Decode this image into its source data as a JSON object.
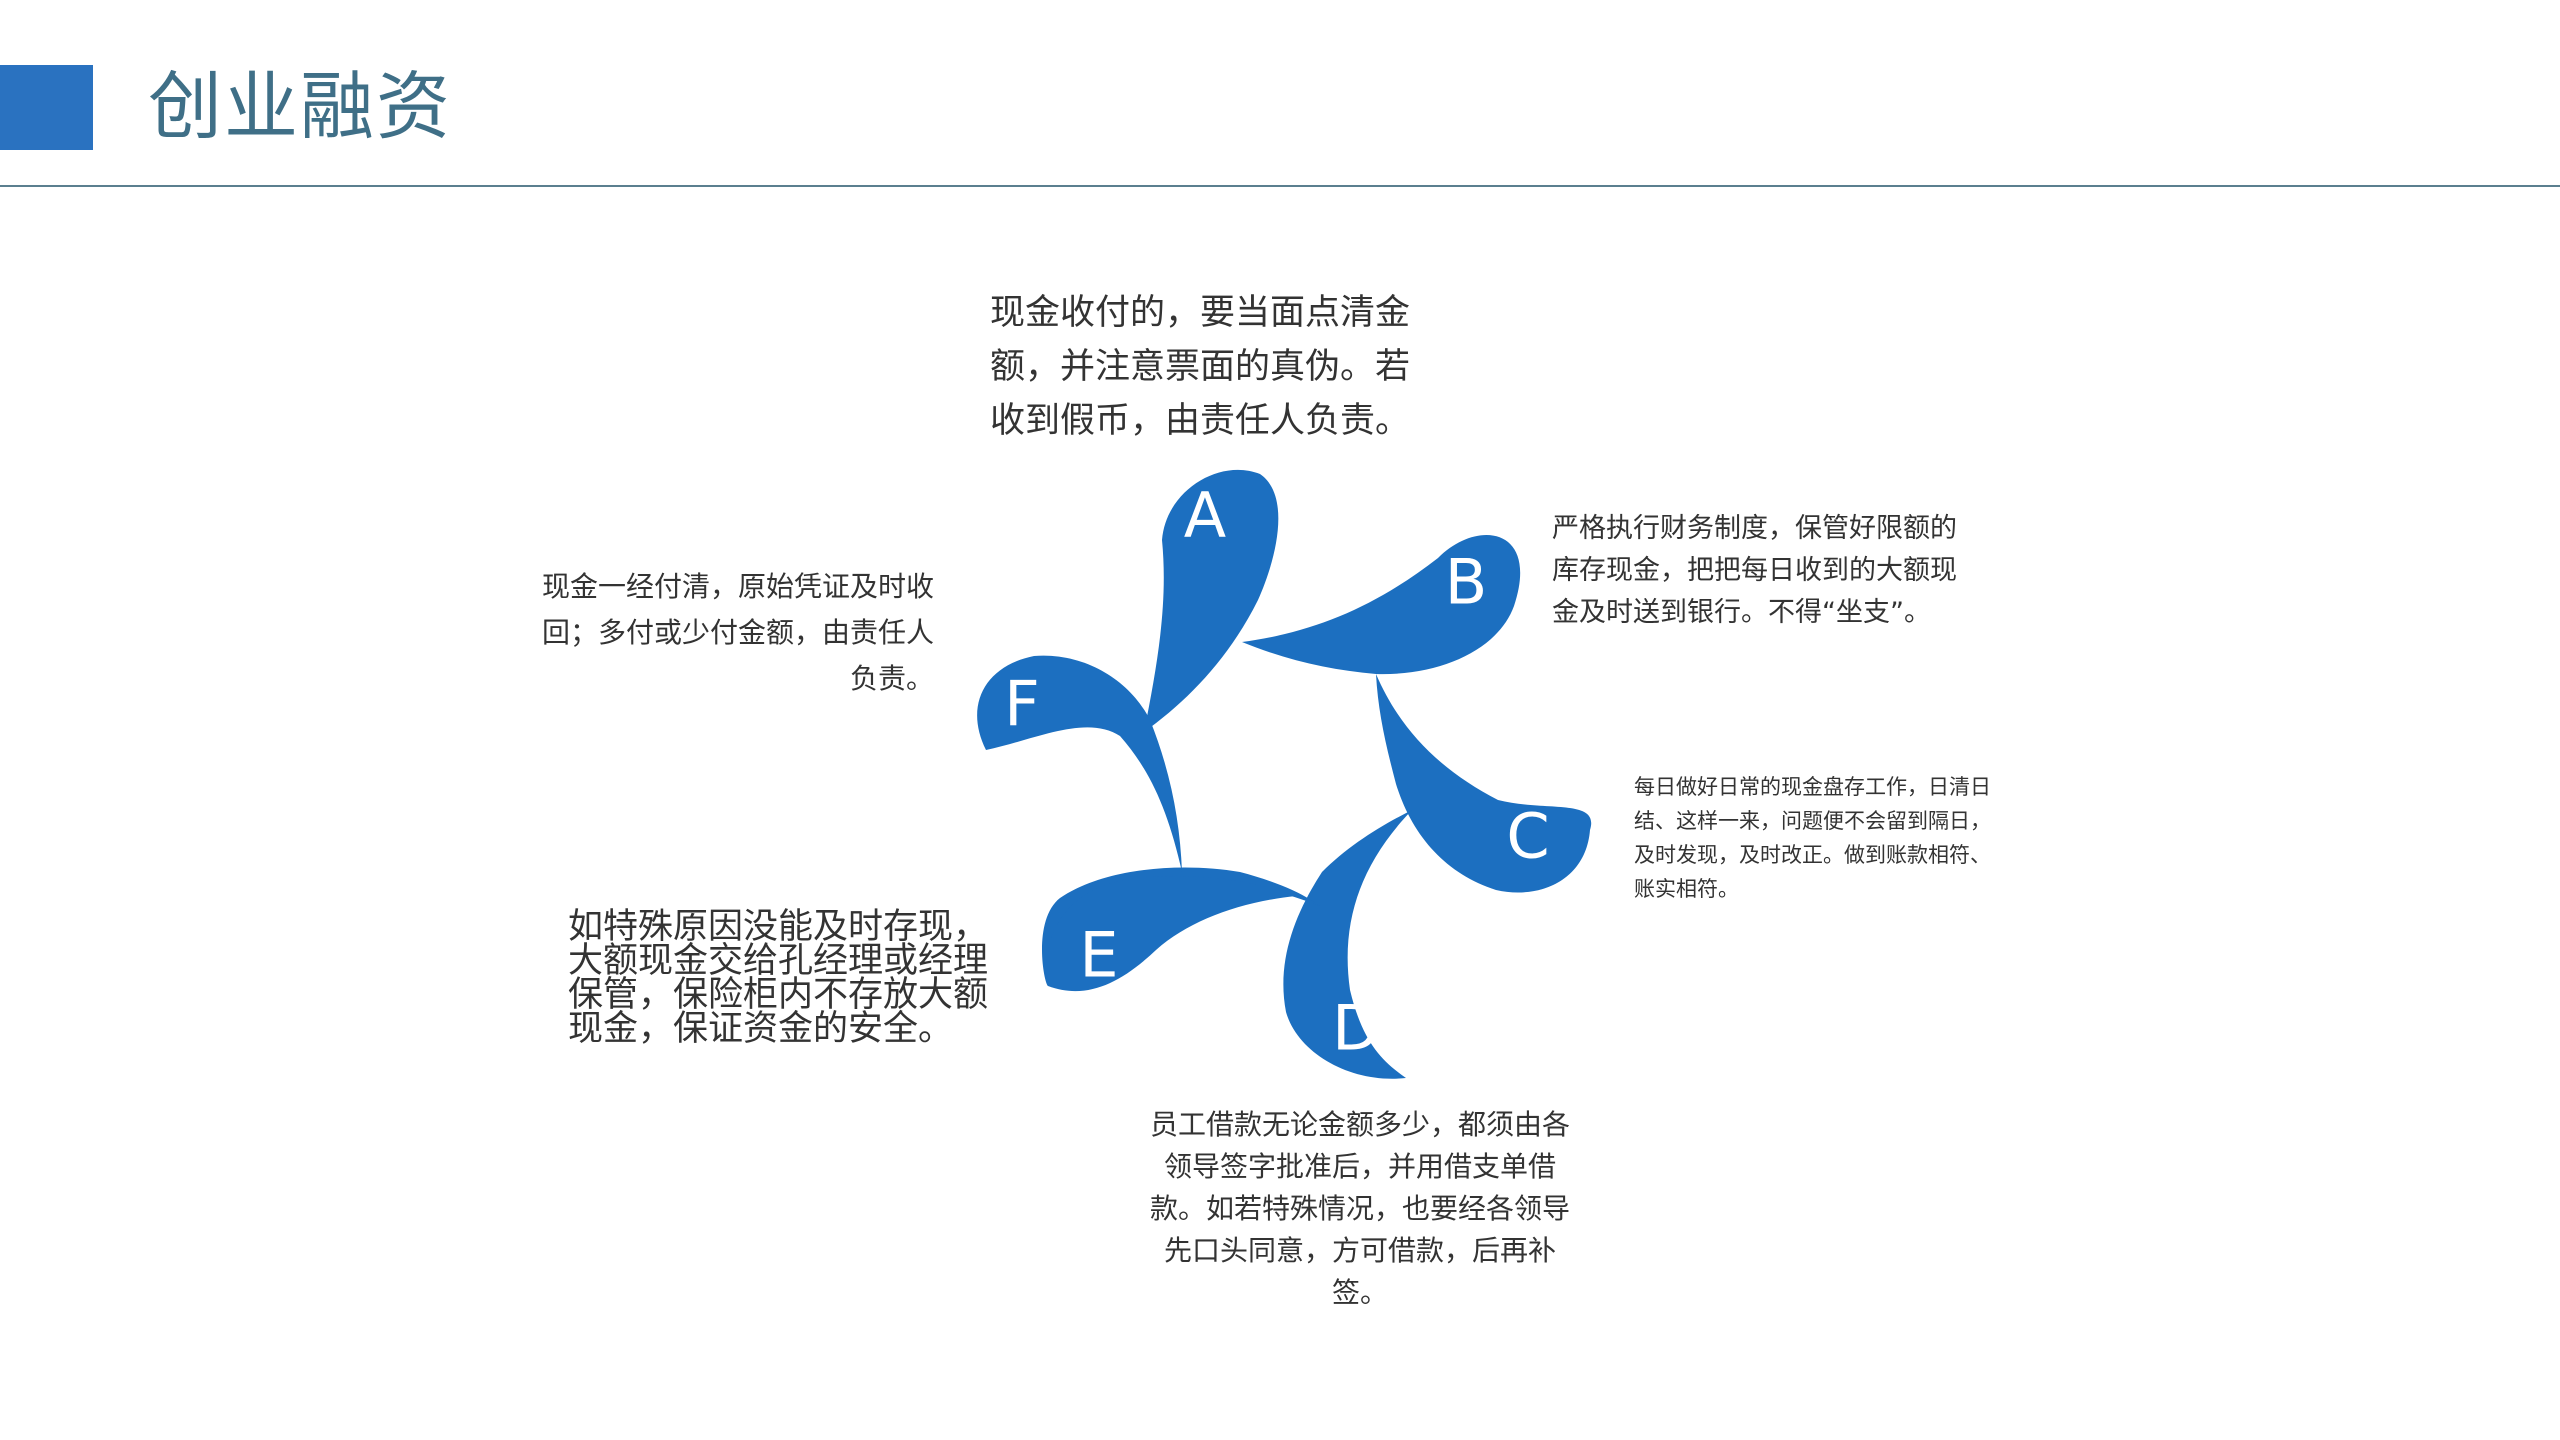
{
  "header": {
    "title": "创业融资"
  },
  "colors": {
    "accent": "#1c6fc0",
    "header_block": "#2a72c0",
    "title": "#3f6f87",
    "text": "#333333"
  },
  "diagram": {
    "petals": [
      {
        "letter": "A",
        "text": "现金收付的，要当面点清金额，并注意票面的真伪。若收到假币，由责任人负责。"
      },
      {
        "letter": "B",
        "text": "严格执行财务制度，保管好限额的库存现金，把把每日收到的大额现金及时送到银行。不得“坐支”。"
      },
      {
        "letter": "C",
        "text": "每日做好日常的现金盘存工作，日清日结、这样一来，问题便不会留到隔日，及时发现，及时改正。做到账款相符、账实相符。"
      },
      {
        "letter": "D",
        "text": "员工借款无论金额多少，都须由各领导签字批准后，并用借支单借款。如若特殊情况，也要经各领导先口头同意，方可借款，后再补签。"
      },
      {
        "letter": "E",
        "text": "如特殊原因没能及时存现，大额现金交给孔经理或经理保管，保险柜内不存放大额现金，保证资金的安全。"
      },
      {
        "letter": "F",
        "text": "现金一经付清，原始凭证及时收回；多付或少付金额，由责任人负责。"
      }
    ]
  }
}
